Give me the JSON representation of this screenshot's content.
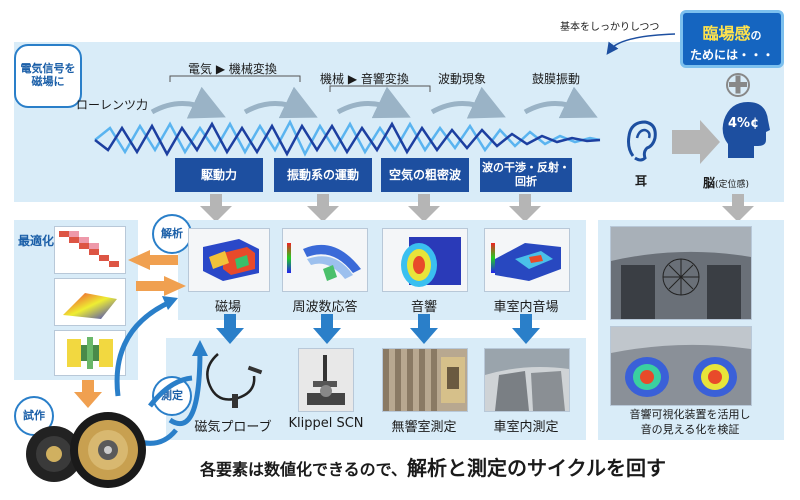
{
  "header": {
    "electric_signal_badge": [
      "電気信号を",
      "磁場に"
    ],
    "presence_box": {
      "line1": "臨場感",
      "line1_suffix": "の",
      "line2": "ためには・・・"
    },
    "basic_note": "基本をしっかりしつつ",
    "lorentz": "ローレンツ力",
    "stage_labels": [
      "電気 ▶ 機械変換",
      "機械 ▶ 音響変換",
      "波動現象",
      "鼓膜振動"
    ]
  },
  "blue_labels": [
    "駆動力",
    "振動系の運動",
    "空気の粗密波",
    "波の干渉・反射・\n回折"
  ],
  "ear_label": "耳",
  "brain_label": "脳",
  "brain_sub": "(定位感)",
  "brain_icon_text": "4%¢",
  "badges": {
    "optimize": "最適化",
    "analysis": "解析",
    "measure": "測定",
    "prototype": "試作"
  },
  "analysis_captions": [
    "磁場",
    "周波数応答",
    "音響",
    "車室内音場"
  ],
  "measure_captions": [
    "磁気プローブ",
    "Klippel SCN",
    "無響室測定",
    "車室内測定"
  ],
  "right_caption": [
    "音響可視化装置を活用し",
    "音の見える化を検証"
  ],
  "bottom_text": {
    "part1": "各要素は数値化できるので、",
    "part2": "解析と測定のサイクルを回す"
  },
  "colors": {
    "panel": "#d9ecf8",
    "label_blue": "#1d4fa0",
    "accent_blue": "#2a7fc9",
    "arrow_gray": "#b5b5b5",
    "arrow_orange": "#f0a050",
    "heading_blue": "#1b5fa8"
  }
}
